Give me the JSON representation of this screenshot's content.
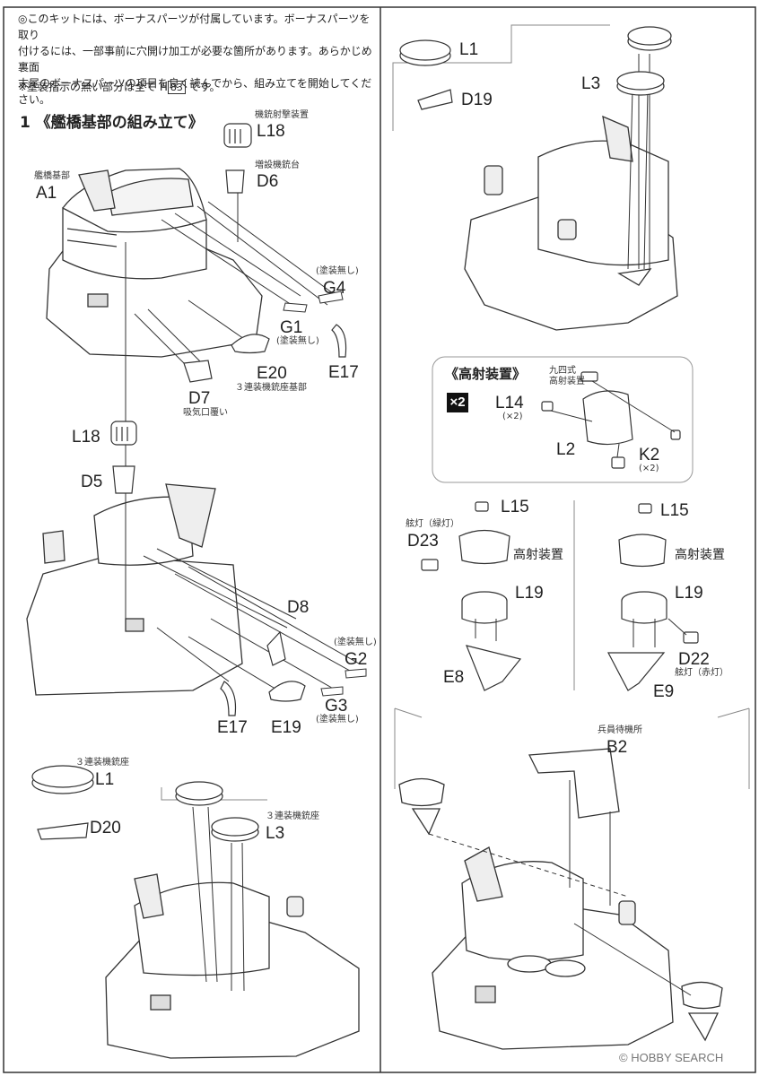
{
  "notes": {
    "line1": "◎このキットには、ボーナスパーツが付属しています。ボーナスパーツを取り",
    "line2": "付けるには、一部事前に穴開け加工が必要な箇所があります。あらかじめ裏面",
    "line3": "末尾のボーナスパーツの項目を良く読んでから、組み立てを開始してください。",
    "paint_prefix": "※塗装指示の無い部分は全て H",
    "paint_code": "83",
    "paint_suffix": " です。"
  },
  "step": {
    "number": "1",
    "title": "《艦橋基部の組み立て》"
  },
  "panel1": {
    "A1_name": "艦橋基部",
    "A1": "A1",
    "L18_name": "機銃射撃装置",
    "L18": "L18",
    "D6_name": "増設機銃台",
    "D6": "D6",
    "G4_note": "(塗装無し)",
    "G4": "G4",
    "G1": "G1",
    "G1_note": "(塗装無し)",
    "E17": "E17",
    "E20": "E20",
    "E20_name": "３連装機銃座基部",
    "D7": "D7",
    "D7_name": "吸気口覆い"
  },
  "panel2": {
    "L18": "L18",
    "D5": "D5",
    "D8": "D8",
    "G2_note": "(塗装無し)",
    "G2": "G2",
    "G3": "G3",
    "G3_note": "(塗装無し)",
    "E17": "E17",
    "E19": "E19"
  },
  "panel3": {
    "L1_name": "３連装機銃座",
    "L1": "L1",
    "D20": "D20",
    "L3_name": "３連装機銃座",
    "L3": "L3"
  },
  "panelR1": {
    "L1": "L1",
    "D19": "D19",
    "L3": "L3"
  },
  "aa_box": {
    "title": "《高射装置》",
    "multiplier": "×2",
    "type_name": "九四式\n高射装置",
    "L14": "L14",
    "L14_qty": "(×2)",
    "L2": "L2",
    "K2": "K2",
    "K2_qty": "(×2)"
  },
  "left_aa": {
    "L15": "L15",
    "D23_name": "舷灯（緑灯）",
    "D23": "D23",
    "aa_label": "高射装置",
    "L19": "L19",
    "E8": "E8"
  },
  "right_aa": {
    "L15": "L15",
    "aa_label": "高射装置",
    "L19": "L19",
    "D22": "D22",
    "D22_name": "舷灯（赤灯）",
    "E9": "E9"
  },
  "panelR4": {
    "B2_name": "兵員待機所",
    "B2": "B2"
  },
  "watermark": "© HOBBY SEARCH"
}
